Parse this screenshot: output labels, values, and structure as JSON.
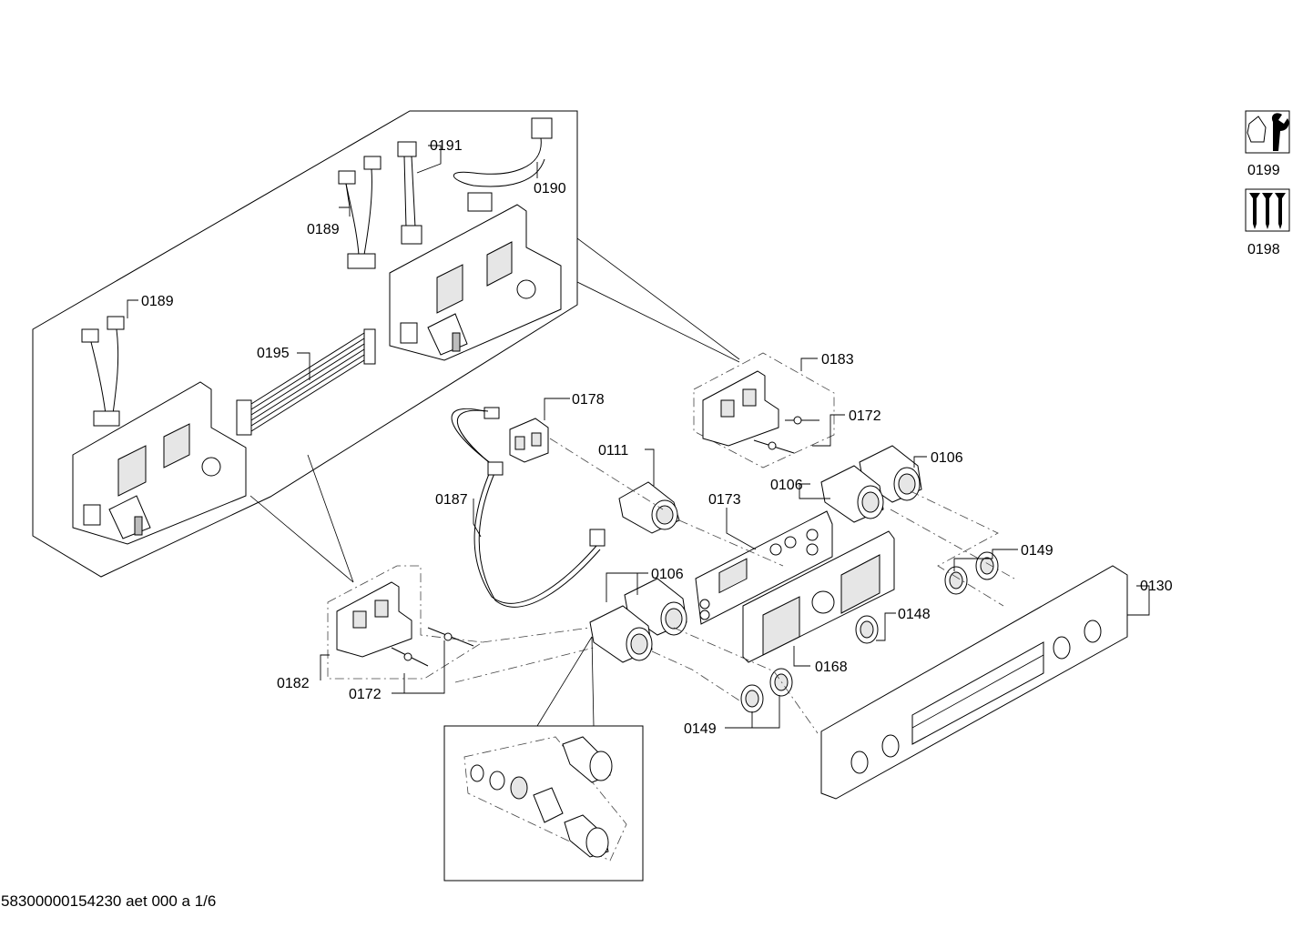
{
  "document_id": "58300000154230 aet 000 a 1/6",
  "icons": [
    {
      "name": "tool-icon",
      "code": "0199"
    },
    {
      "name": "screws-icon",
      "code": "0198"
    }
  ],
  "labels": {
    "l0189a": "0189",
    "l0191": "0191",
    "l0190": "0190",
    "l0189b": "0189",
    "l0195": "0195",
    "l0183": "0183",
    "l0178": "0178",
    "l0172a": "0172",
    "l0111": "0111",
    "l0106a": "0106",
    "l0106b": "0106",
    "l0173": "0173",
    "l0187": "0187",
    "l0149a": "0149",
    "l0106c": "0106",
    "l0130": "0130",
    "l0148": "0148",
    "l0182": "0182",
    "l0168": "0168",
    "l0172b": "0172",
    "l0149b": "0149"
  }
}
